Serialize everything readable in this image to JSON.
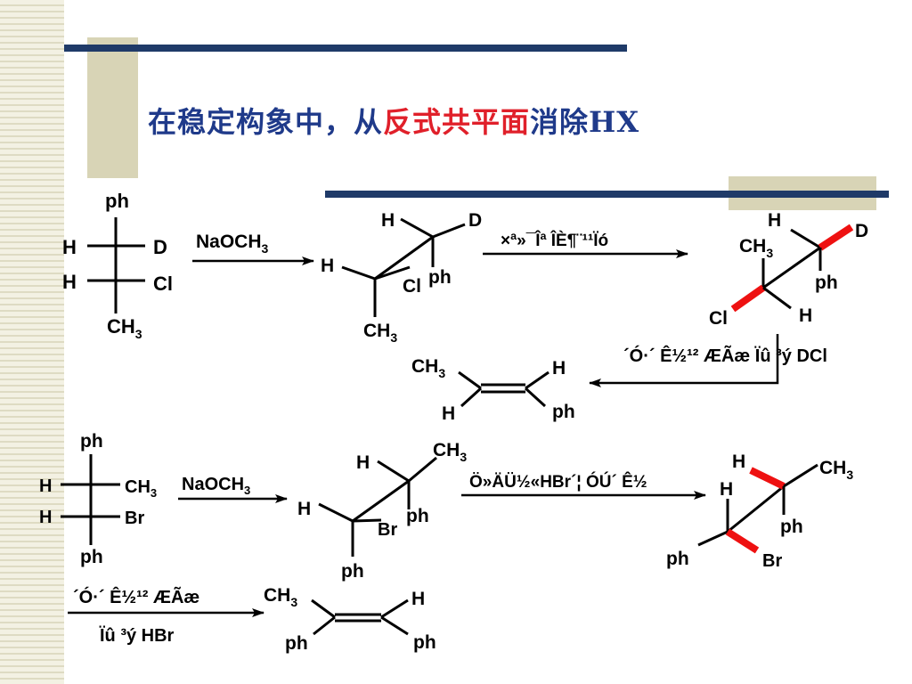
{
  "title": {
    "part1": "在稳定构象中，从",
    "part2": "反式共平面",
    "part3": "消除HX"
  },
  "reaction1": {
    "fischer": {
      "top": "ph",
      "r1_left": "H",
      "r1_right": "D",
      "r2_left": "H",
      "r2_right": "Cl",
      "bottom": "CH",
      "bottom_sub": "3"
    },
    "reagent": "NaOCH",
    "reagent_sub": "3",
    "sawhorse1": {
      "back_h": "H",
      "back_d": "D",
      "back_ph": "ph",
      "front_h": "H",
      "front_cl": "Cl",
      "front_ch3": "CH",
      "front_ch3_sub": "3"
    },
    "step_label": "×ª»¯Îª ÎÈ¶¨¹¹Ïó",
    "sawhorse2": {
      "h_top": "H",
      "d": "D",
      "ch3": "CH",
      "ch3_sub": "3",
      "ph": "ph",
      "cl": "Cl",
      "h_bottom": "H"
    },
    "elim_label": "´Ó·´ Ê½¹² ÆÃæ Ïû ³ý DCl",
    "product": {
      "ch3": "CH",
      "ch3_sub": "3",
      "h_left": "H",
      "h_right": "H",
      "ph": "ph"
    }
  },
  "reaction2": {
    "fischer": {
      "top": "ph",
      "r1_left": "H",
      "r1_right": "CH",
      "r1_right_sub": "3",
      "r2_left": "H",
      "r2_right": "Br",
      "bottom": "ph"
    },
    "reagent": "NaOCH",
    "reagent_sub": "3",
    "sawhorse1": {
      "back_h": "H",
      "back_ch3": "CH",
      "back_ch3_sub": "3",
      "back_ph": "ph",
      "front_h": "H",
      "front_br": "Br",
      "front_ph": "ph"
    },
    "step_label": "Ö»ÄÜ½«HBr´¦ ÓÚ´ Ê½",
    "sawhorse2": {
      "h1": "H",
      "h2": "H",
      "ch3": "CH",
      "ch3_sub": "3",
      "ph_right": "ph",
      "ph_left": "ph",
      "br": "Br"
    },
    "elim_label_1": "´Ó·´ Ê½¹² ÆÃæ",
    "elim_label_2": "Ïû ³ý HBr",
    "product": {
      "ch3": "CH",
      "ch3_sub": "3",
      "h": "H",
      "ph_left": "ph",
      "ph_right": "ph"
    }
  },
  "colors": {
    "title": "#1f3a8a",
    "title_highlight": "#e0202a",
    "rule": "#1f3a68",
    "accent_box": "#d8d4b6",
    "bond_highlight": "#ee1111"
  }
}
